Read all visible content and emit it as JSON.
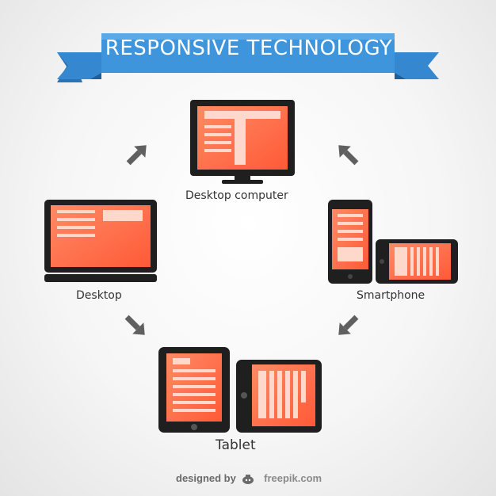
{
  "banner": {
    "title": "RESPONSIVE TECHNOLOGY"
  },
  "devices": {
    "desktop_computer": "Desktop computer",
    "desktop": "Desktop",
    "smartphone": "Smartphone",
    "tablet": "Tablet"
  },
  "credit": {
    "prefix": "designed by",
    "brand": "freepik.com"
  },
  "colors": {
    "banner_blue": "#3a8fd6",
    "banner_dark": "#1d5f9a",
    "screen_orange": "#ff6a44",
    "device_body": "#1f1f1f",
    "arrow": "#606060"
  }
}
